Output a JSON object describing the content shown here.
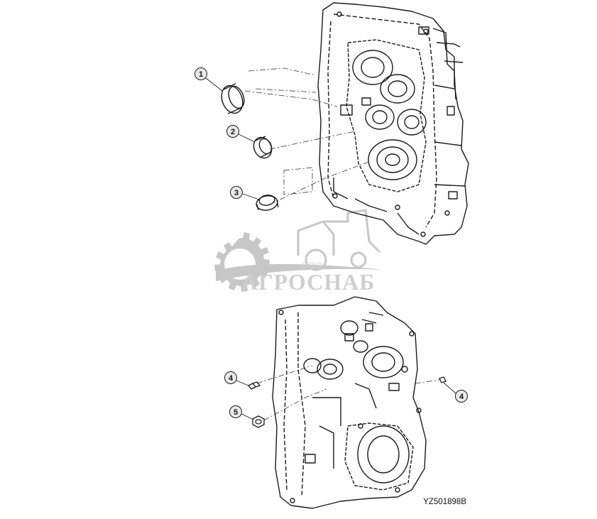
{
  "callouts": [
    {
      "id": "callout-1",
      "label": "1"
    },
    {
      "id": "callout-2",
      "label": "2"
    },
    {
      "id": "callout-3",
      "label": "3"
    },
    {
      "id": "callout-4a",
      "label": "4"
    },
    {
      "id": "callout-5",
      "label": "5"
    },
    {
      "id": "callout-4b",
      "label": "4"
    }
  ],
  "watermark": {
    "company": "ООО",
    "brand": "АГРОСНАБ"
  },
  "figure_id": "YZ501898B",
  "colors": {
    "line": "#1a1a1a",
    "watermark": "#b0b0b0",
    "background": "#ffffff"
  }
}
